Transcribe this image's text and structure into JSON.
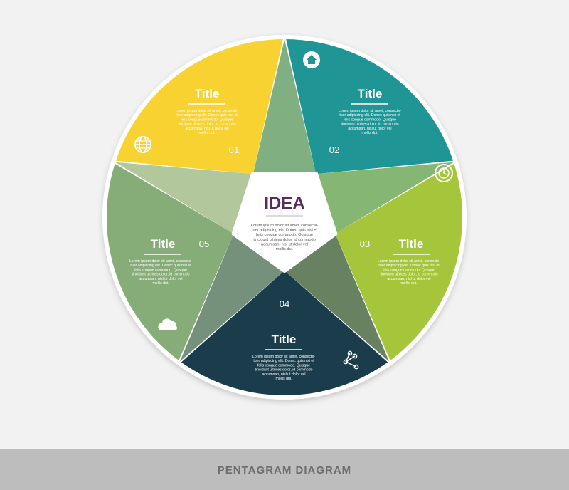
{
  "center": {
    "title": "IDEA",
    "text": [
      "Lorem ipsum dolor sit amet, consecte-",
      "tuer adipiscing elit. Donec quis nisi et",
      "felis congue commodo. Quisque",
      "tincidunt ultrices dolor, id commodo",
      "accumsan, nisl ut dolor vel",
      "mollis dui."
    ]
  },
  "segments": [
    {
      "number": "01",
      "title": "Title",
      "color": "#f7d230",
      "icon": "globe-icon",
      "text": [
        "Lorem ipsum dolor sit amet, consecte-",
        "tuer adipiscing elit. Donec quis nisi et",
        "felis congue commodo. Quisque",
        "tincidunt ultrices dolor, id commodo",
        "accumsan, nisl ut dolor vel",
        "mollis dui."
      ]
    },
    {
      "number": "02",
      "title": "Title",
      "color": "#1f9596",
      "icon": "home-icon",
      "text": [
        "Lorem ipsum dolor sit amet, consecte-",
        "tuer adipiscing elit. Donec quis nisi et",
        "felis congue commodo. Quisque",
        "tincidunt ultrices dolor, id commodo",
        "accumsan, nisl ut dolor vel",
        "mollis dui."
      ]
    },
    {
      "number": "03",
      "title": "Title",
      "color": "#a5c63b",
      "icon": "clock-icon",
      "text": [
        "Lorem ipsum dolor sit amet, consecte-",
        "tuer adipiscing elit. Donec quis nisi et",
        "felis congue commodo. Quisque",
        "tincidunt ultrices dolor, id commodo",
        "accumsan, nisl ut dolor vel",
        "mollis dui."
      ]
    },
    {
      "number": "04",
      "title": "Title",
      "color": "#1b3d4b",
      "icon": "share-icon",
      "text": [
        "Lorem ipsum dolor sit amet, consecte-",
        "tuer adipiscing elit. Donec quis nisi et",
        "felis congue commodo. Quisque",
        "tincidunt ultrices dolor, id commodo",
        "accumsan, nisl ut dolor vel",
        "mollis dui."
      ]
    },
    {
      "number": "05",
      "title": "Title",
      "color": "#86ac78",
      "icon": "cloud-icon",
      "text": [
        "Lorem ipsum dolor sit amet, consecte-",
        "tuer adipiscing elit. Donec quis nisi et",
        "felis congue commodo. Quisque",
        "tincidunt ultrices dolor, id commodo",
        "accumsan, nisl ut dolor vel",
        "mollis dui."
      ]
    }
  ],
  "colors": {
    "background": "#f2f2f2",
    "footer": "#bdbdbd",
    "footer_text": "#6d6d6d",
    "idea_text": "#5a2b5e"
  },
  "footer": {
    "label": "PENTAGRAM DIAGRAM"
  }
}
